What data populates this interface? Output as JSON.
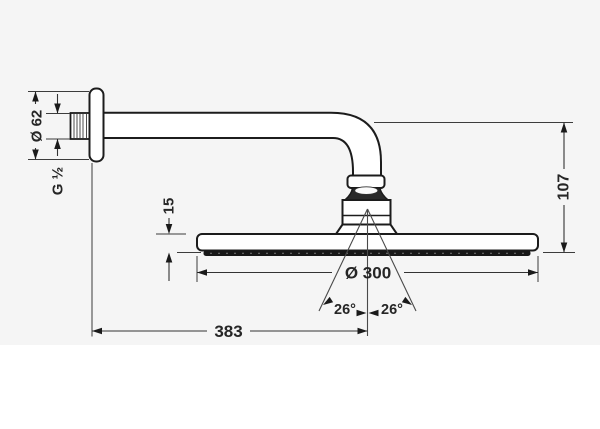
{
  "drawing": {
    "dimensions": {
      "flange_diameter": "Ø 62",
      "thread_size": "G ½",
      "head_thickness": "15",
      "height_offset": "107",
      "head_diameter": "Ø 300",
      "spray_angle_left": "26°",
      "spray_angle_right": "26°",
      "arm_projection": "383"
    },
    "colors": {
      "panel_background": "#f5f5f5",
      "object_line": "#1c1c1c",
      "dimension_line": "#333333",
      "spray_plate": "#181818"
    }
  }
}
